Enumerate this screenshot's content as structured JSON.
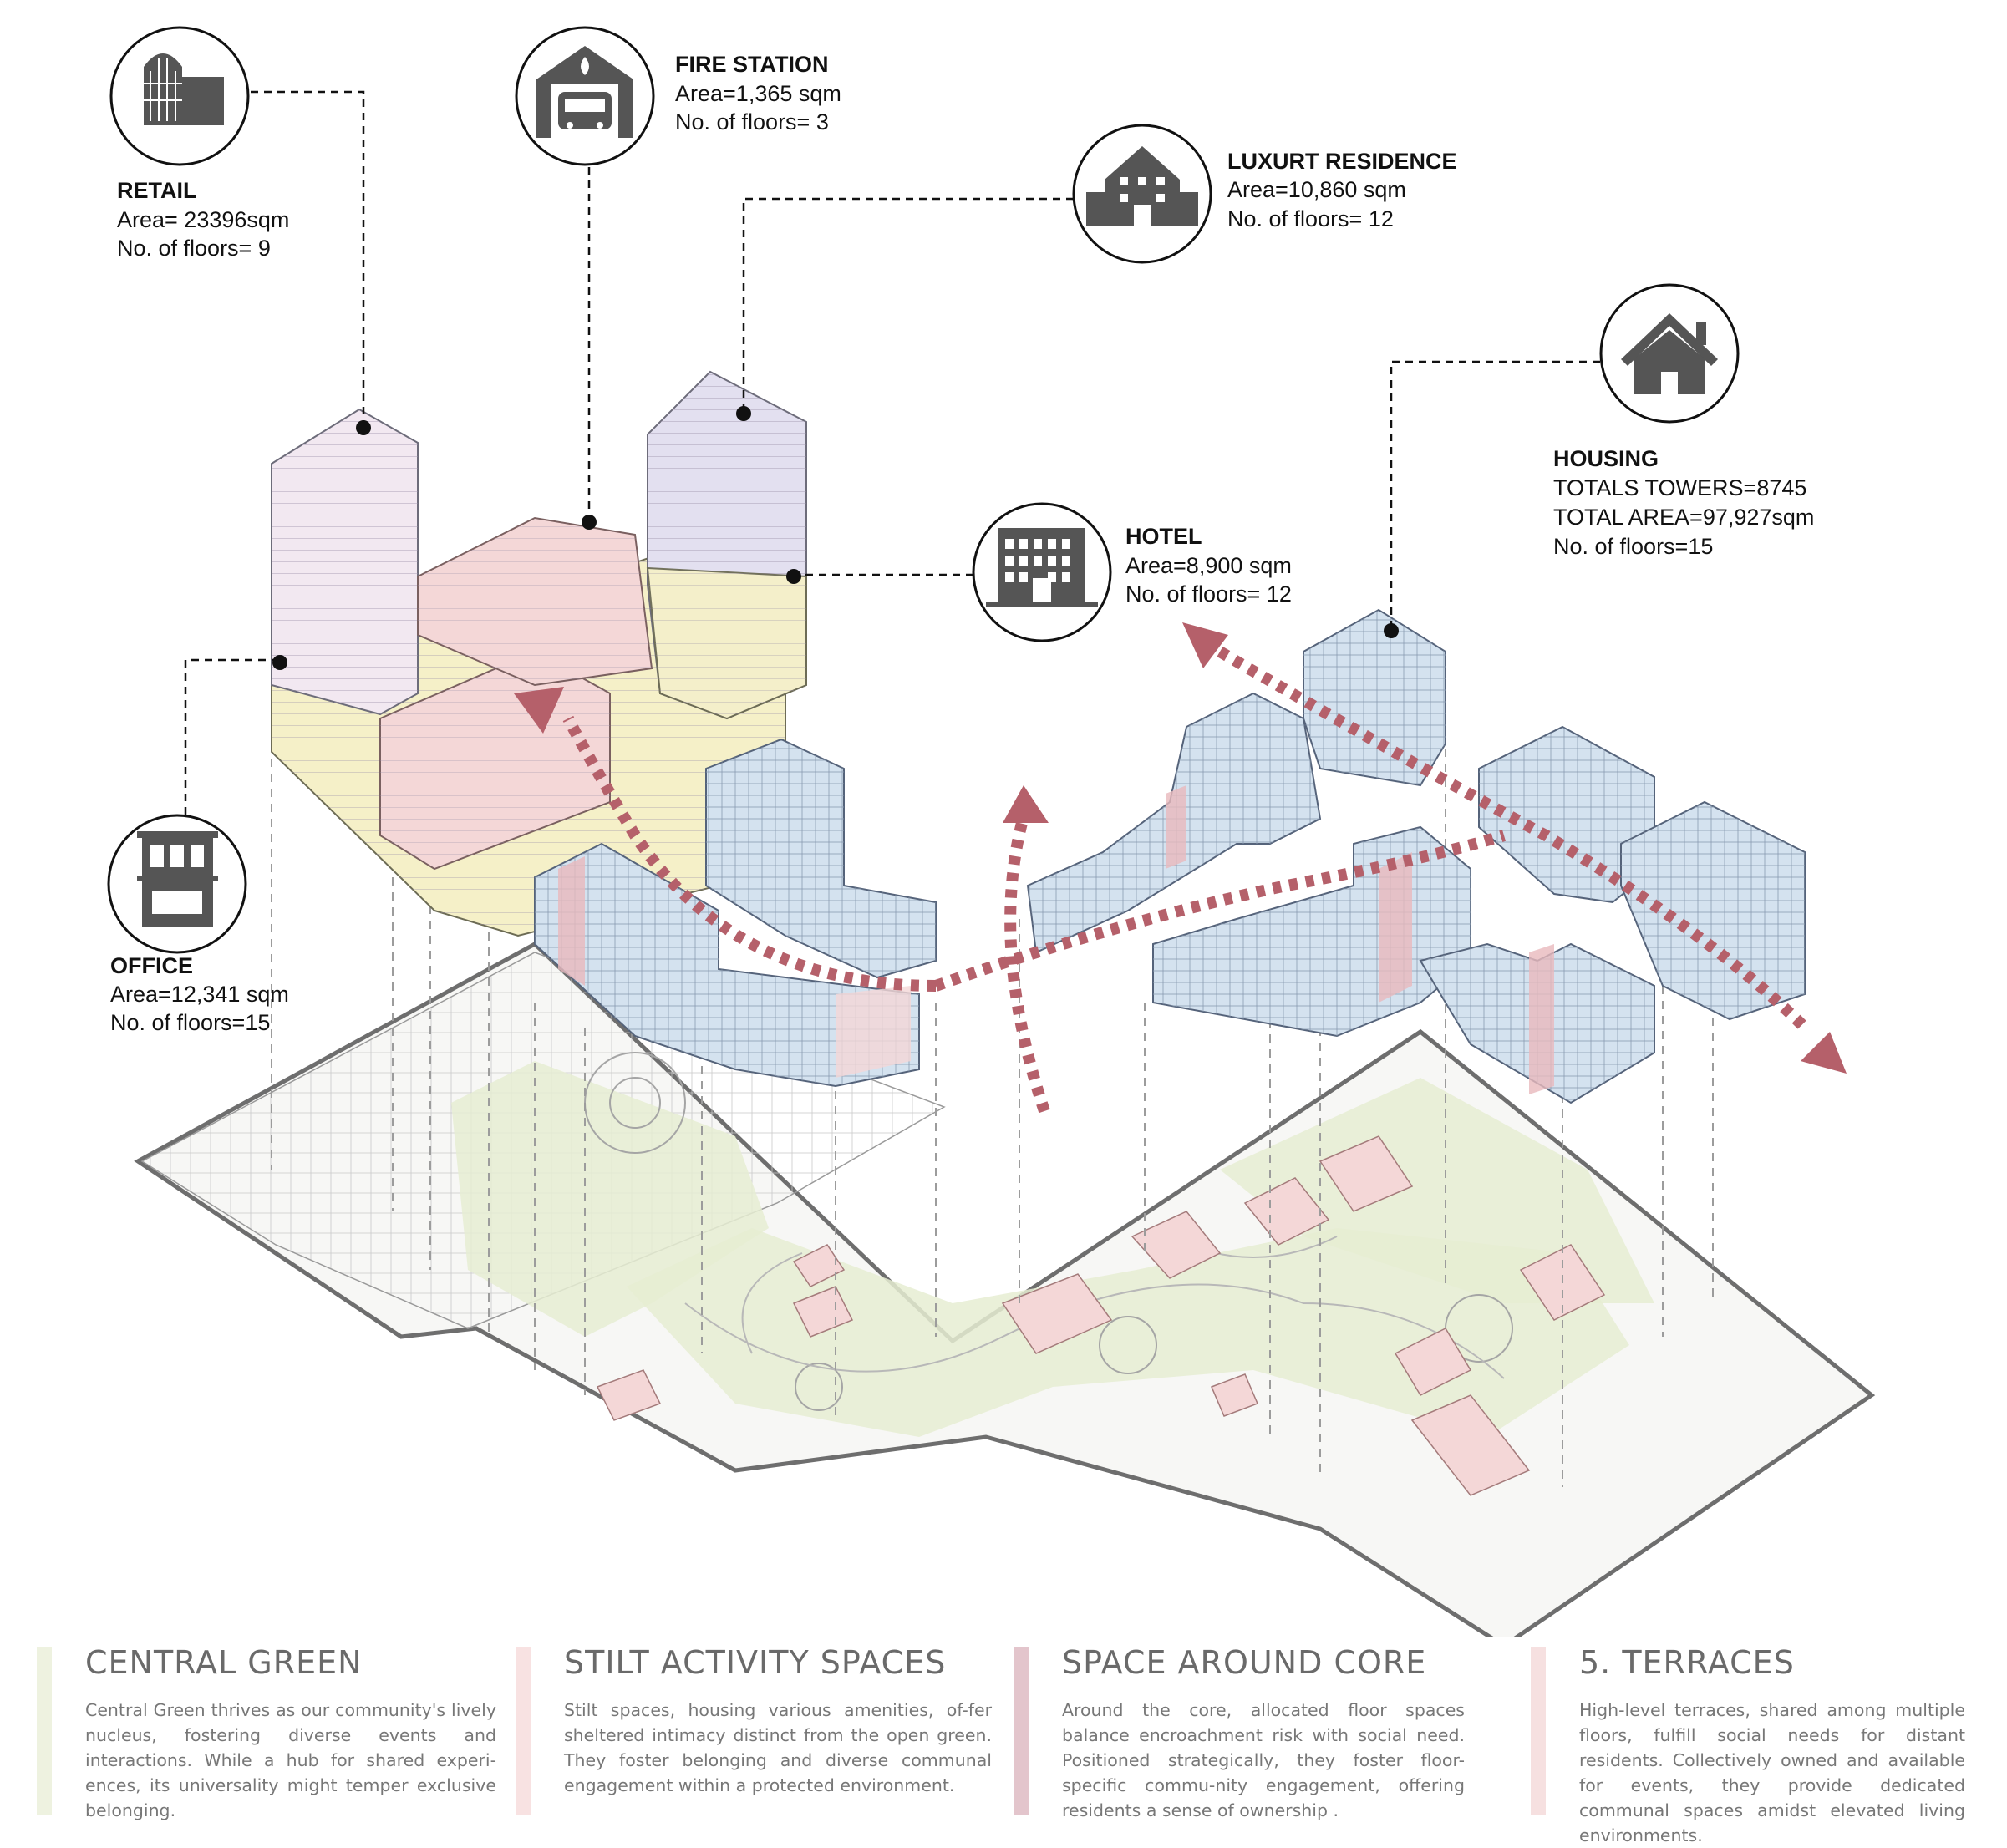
{
  "colors": {
    "pink_block": "#f4d7d7",
    "lavender_block": "#e3e0f0",
    "yellow_block": "#f5f0c8",
    "blue_block": "#d4e2ef",
    "green_zone": "#e6edd2",
    "arrow": "#b5606a",
    "legend_green": "#eef2e0",
    "legend_pink": "#f8e2e2",
    "legend_mauve": "#e3c5cc",
    "legend_rose": "#f6e0e0"
  },
  "labels": {
    "retail": {
      "icon": "retail-building-icon",
      "title": "RETAIL",
      "line1": "Area= 23396sqm",
      "line2": "No. of floors= 9"
    },
    "fire_station": {
      "icon": "fire-station-icon",
      "title": "FIRE STATION",
      "line1": "Area=1,365 sqm",
      "line2": "No. of floors= 3"
    },
    "luxury": {
      "icon": "luxury-residence-icon",
      "title": "LUXURT RESIDENCE",
      "line1": "Area=10,860 sqm",
      "line2": "No. of floors= 12"
    },
    "housing": {
      "icon": "house-icon",
      "title": "HOUSING",
      "line1": "TOTALS TOWERS=8745",
      "line2": "TOTAL AREA=97,927sqm",
      "line3": "No. of floors=15"
    },
    "hotel": {
      "icon": "hotel-icon",
      "title": "HOTEL",
      "line1": "Area=8,900 sqm",
      "line2": "No. of floors= 12"
    },
    "office": {
      "icon": "office-building-icon",
      "title": "OFFICE",
      "line1": "Area=12,341 sqm",
      "line2": "No. of floors=15"
    }
  },
  "legend": [
    {
      "title": "CENTRAL GREEN",
      "text": "Central Green thrives as our community's lively nucleus, fostering diverse events and interactions. While a hub for shared experi-ences, its universality might temper exclusive belonging."
    },
    {
      "title": "STILT ACTIVITY SPACES",
      "text": "Stilt spaces, housing various amenities, of-fer sheltered intimacy distinct from the open green. They foster belonging and diverse communal engagement within a protected environment."
    },
    {
      "title": "SPACE AROUND CORE",
      "text": "Around the core, allocated floor spaces balance encroachment risk with social need. Positioned strategically, they foster floor-specific commu-nity engagement, offering residents a sense of ownership ."
    },
    {
      "title": "5. TERRACES",
      "text": "High-level terraces, shared among multiple floors, fulfill social needs for distant residents. Collectively owned and available for events, they provide dedicated communal spaces amidst elevated living environments."
    }
  ]
}
